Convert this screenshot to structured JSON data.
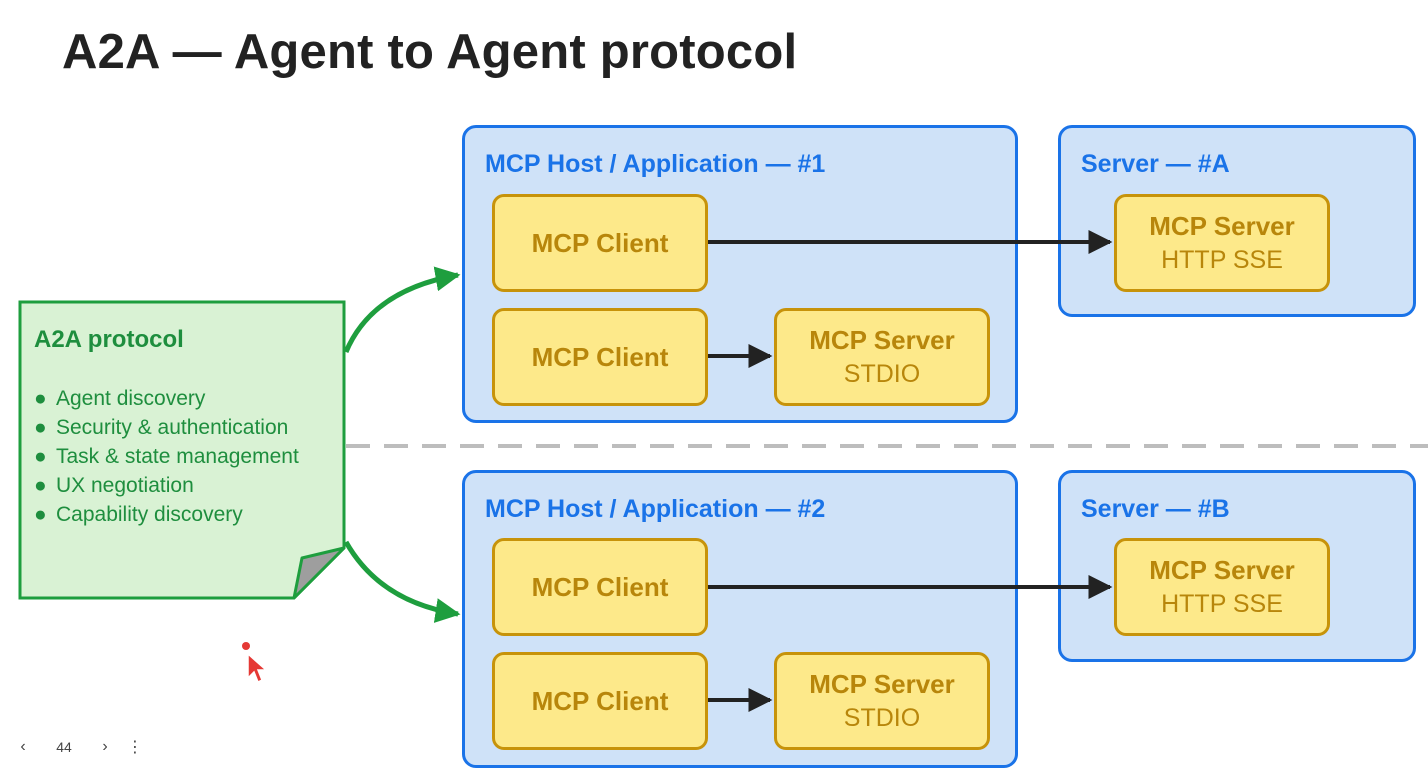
{
  "slide": {
    "title": "A2A — Agent to Agent protocol"
  },
  "note": {
    "title": "A2A protocol",
    "bullet_symbol": "●",
    "items": [
      "Agent discovery",
      "Security & authentication",
      "Task & state management",
      "UX negotiation",
      "Capability discovery"
    ]
  },
  "host1": {
    "label": "MCP Host / Application — #1",
    "client_a": "MCP Client",
    "client_b": "MCP Client",
    "server_name": "MCP Server",
    "server_transport": "STDIO"
  },
  "serverA": {
    "label": "Server — #A",
    "server_name": "MCP Server",
    "server_transport": "HTTP SSE"
  },
  "host2": {
    "label": "MCP Host / Application — #2",
    "client_a": "MCP Client",
    "client_b": "MCP Client",
    "server_name": "MCP Server",
    "server_transport": "STDIO"
  },
  "serverB": {
    "label": "Server — #B",
    "server_name": "MCP Server",
    "server_transport": "HTTP SSE"
  },
  "pager": {
    "prev_icon": "‹",
    "page_number": "44",
    "next_icon": "›",
    "more_icon": "⋮"
  },
  "colors": {
    "host_fill": "#cfe2f8",
    "host_border": "#1a73e8",
    "box_fill": "#fde98a",
    "box_border": "#c7930a",
    "note_fill": "#d9f2d4",
    "note_border": "#1e9e3e",
    "arrow_green": "#1e9e3e",
    "arrow_black": "#222222"
  }
}
